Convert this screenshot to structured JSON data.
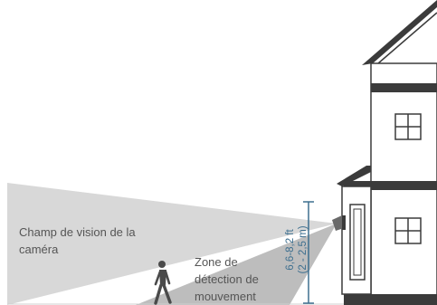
{
  "field_of_view": {
    "line1": "Champ de vision de la",
    "line2": "caméra"
  },
  "detection_zone": {
    "line1": "Zone de",
    "line2": "détection de",
    "line3": "mouvement"
  },
  "mount_height": {
    "feet": "6,6-8,2 ft",
    "meters": "(2 - 2,5 m)"
  },
  "colors": {
    "fov_light": "#d4d4d4",
    "fov_dark": "#bcbcbc",
    "house_dark": "#3b3b3b",
    "dimension_accent": "#3d6f8f",
    "label_text": "#555555"
  },
  "icons": {
    "person": "walking-person-icon",
    "camera": "security-camera-icon",
    "house": "house-silhouette-icon"
  }
}
